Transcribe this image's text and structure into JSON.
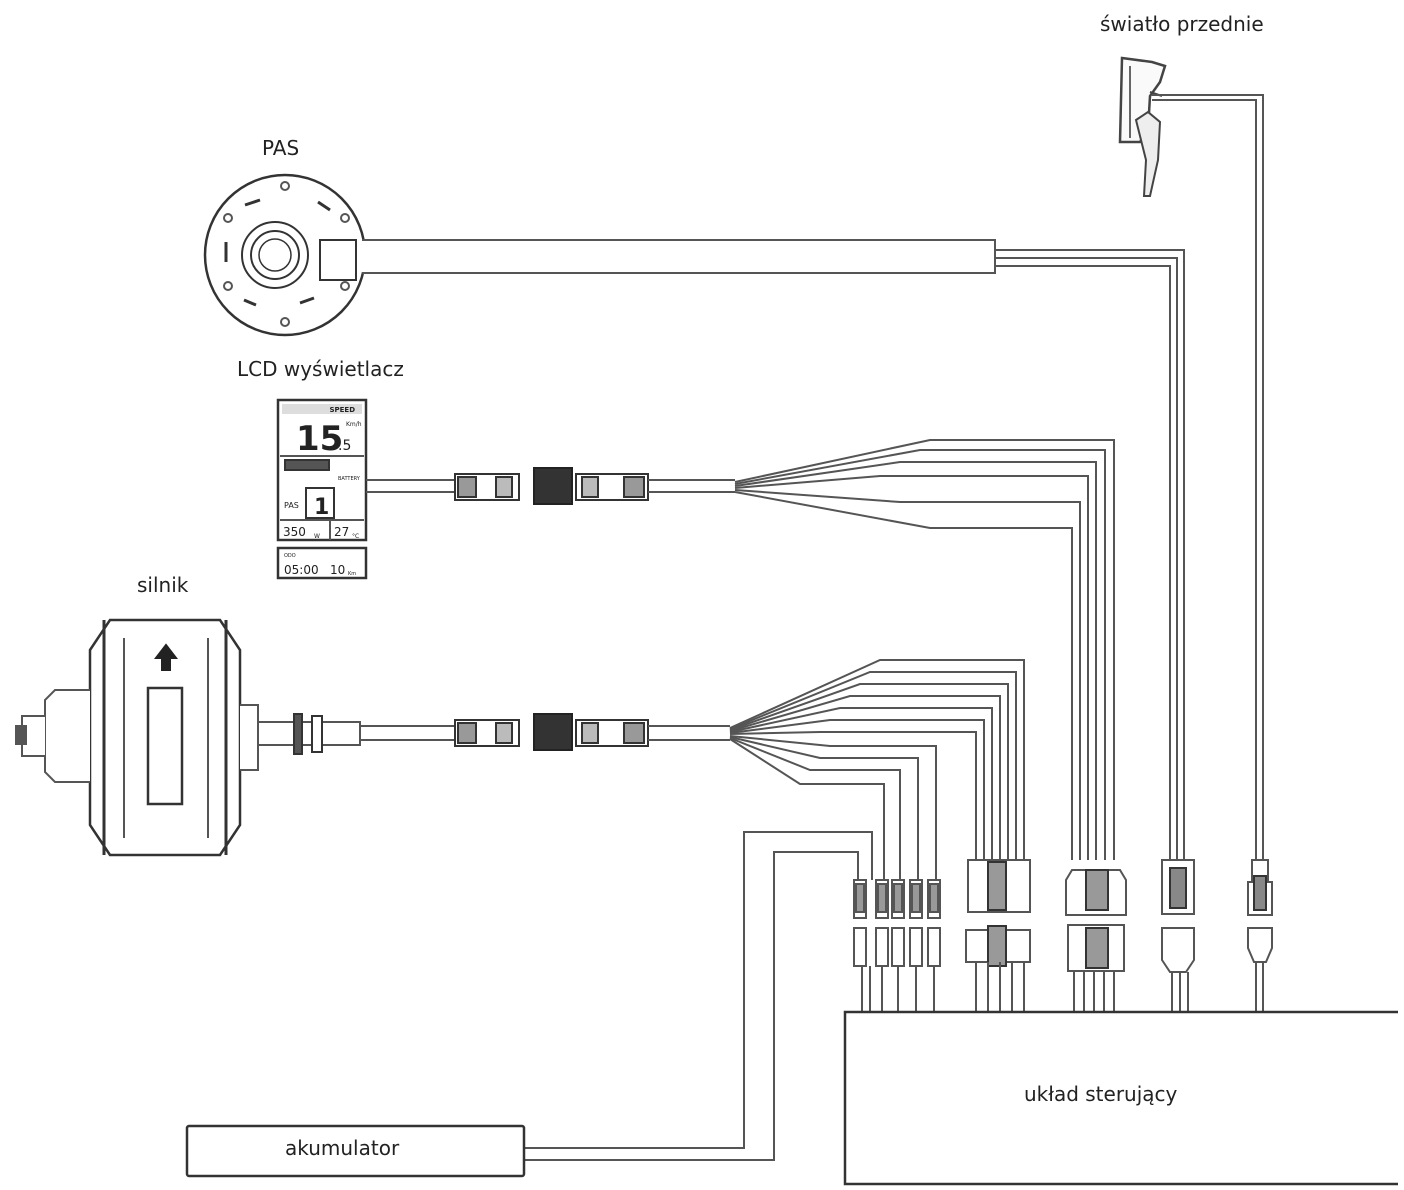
{
  "labels": {
    "front_light": "światło przednie",
    "pas": "PAS",
    "lcd": "LCD wyświetlacz",
    "motor": "silnik",
    "controller": "układ sterujący",
    "battery": "akumulator"
  },
  "lcd_screen": {
    "header": "SPEED",
    "speed_main": "15",
    "speed_decimal": ".5",
    "speed_unit": "Km/h",
    "battery_caption": "BATTERY",
    "pas_label": "PAS",
    "pas_level": "1",
    "power_value": "350",
    "power_unit": "W",
    "temp_value": "27",
    "temp_unit": "°C",
    "bottom_caption": "ODO",
    "time_value": "05:00",
    "distance_value": "10",
    "distance_unit": "Km"
  },
  "colors": {
    "line": "#555555",
    "connector": "#333333",
    "background": "#ffffff"
  }
}
